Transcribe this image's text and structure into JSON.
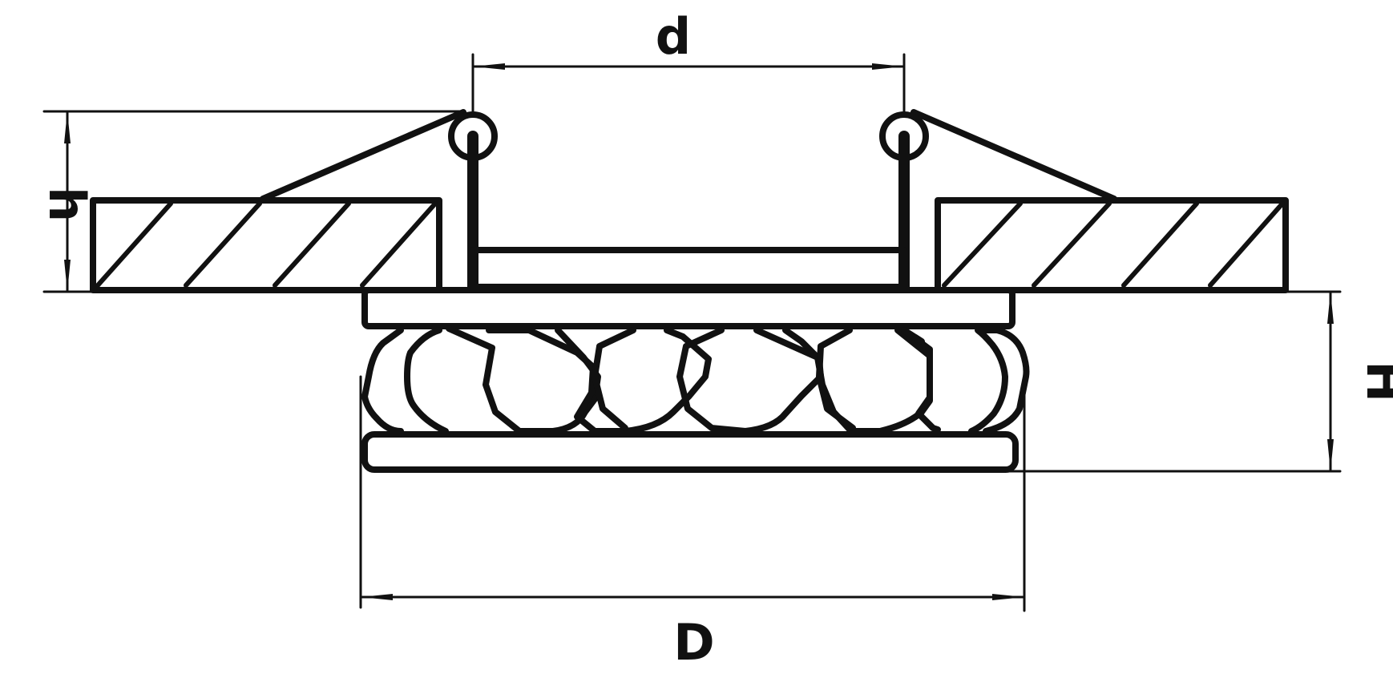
{
  "diagram": {
    "labels": {
      "d": "d",
      "h": "h",
      "H": "H",
      "D": "D"
    },
    "colors": {
      "line": "#111111",
      "background": "#ffffff"
    }
  }
}
